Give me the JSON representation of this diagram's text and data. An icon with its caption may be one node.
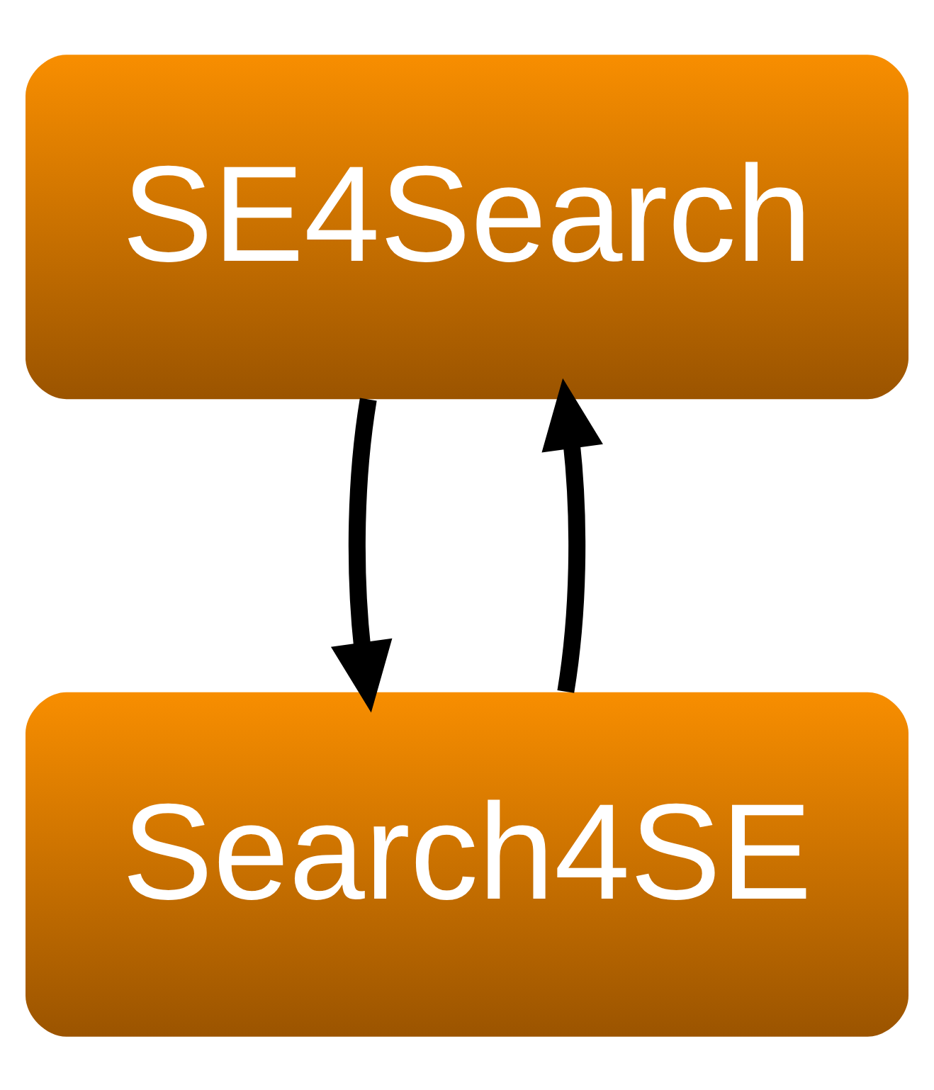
{
  "diagram": {
    "nodes": [
      {
        "text": [
          "SE4Search"
        ]
      },
      {
        "text": [
          "Search4SE"
        ]
      }
    ],
    "edges": [
      {
        "from": 1,
        "to": 0,
        "arrow": "to"
      },
      {
        "from": 0,
        "to": 1,
        "arrow": "to"
      }
    ]
  }
}
